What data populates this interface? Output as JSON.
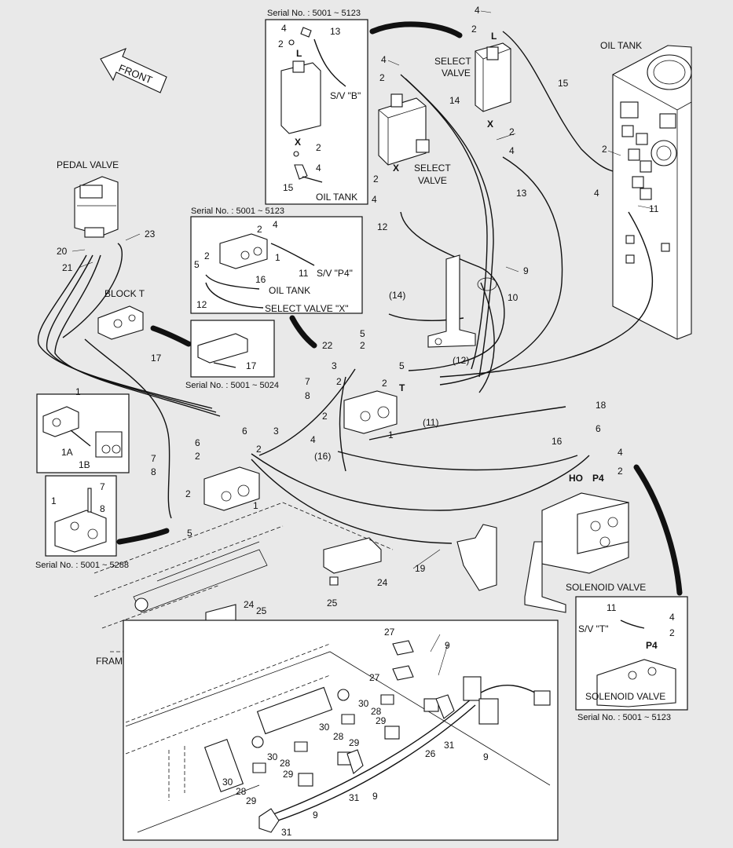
{
  "labels": {
    "front": "FRONT",
    "oil_tank_top": "OIL TANK",
    "pedal_valve": "PEDAL VALVE",
    "block_t": "BLOCK T",
    "select_valve_a": "SELECT",
    "select_valve_a2": "VALVE",
    "select_valve_b": "SELECT",
    "select_valve_b2": "VALVE",
    "frame": "FRAME",
    "solenoid_valve_main": "SOLENOID VALVE",
    "ho": "HO",
    "p4_main": "P4",
    "x_main": "X",
    "x_upper": "X",
    "l_upper": "L",
    "t_mark": "T"
  },
  "insets": {
    "inset_sv_b": {
      "serial": "Serial No. : 5001 ~ 5123",
      "sv_b": "S/V \"B\"",
      "oil_tank": "OIL TANK",
      "l": "L",
      "x": "X"
    },
    "inset_sv_p4": {
      "serial": "Serial No. : 5001 ~ 5123",
      "sv_p4": "S/V \"P4\"",
      "oil_tank": "OIL TANK",
      "select_valve_x": "SELECT VALVE \"X\""
    },
    "inset_block_t": {
      "serial": "Serial No. : 5001 ~ 5024"
    },
    "inset_valve_1": {
      "serial": "Serial No. : 5001 ~ 5288"
    },
    "inset_solenoid": {
      "serial": "Serial No. : 5001 ~ 5123",
      "sv_t": "S/V \"T\"",
      "p4": "P4",
      "solenoid_valve": "SOLENOID VALVE"
    }
  },
  "callouts": [
    "4",
    "13",
    "2",
    "15",
    "2",
    "4",
    "4",
    "2",
    "14",
    "2",
    "4",
    "12",
    "4",
    "2",
    "2",
    "4",
    "15",
    "13",
    "2",
    "4",
    "11",
    "9",
    "10",
    "4",
    "2",
    "1",
    "5",
    "2",
    "11",
    "16",
    "12",
    "17",
    "20",
    "21",
    "23",
    "17",
    "1",
    "1A",
    "1B",
    "7",
    "8",
    "1",
    "22",
    "3",
    "7",
    "2",
    "8",
    "2",
    "4",
    "(16)",
    "1",
    "5",
    "2",
    "(12)",
    "(14)",
    "(11)",
    "6",
    "2",
    "3",
    "2",
    "7",
    "8",
    "2",
    "1",
    "5",
    "6",
    "2",
    "5",
    "18",
    "6",
    "16",
    "4",
    "2",
    "19",
    "24",
    "25",
    "24",
    "25",
    "27",
    "27",
    "9",
    "30",
    "28",
    "29",
    "30",
    "28",
    "29",
    "31",
    "26",
    "9",
    "30",
    "28",
    "29",
    "30",
    "28",
    "29",
    "31",
    "9",
    "31",
    "9",
    "9",
    "11",
    "4",
    "2"
  ]
}
